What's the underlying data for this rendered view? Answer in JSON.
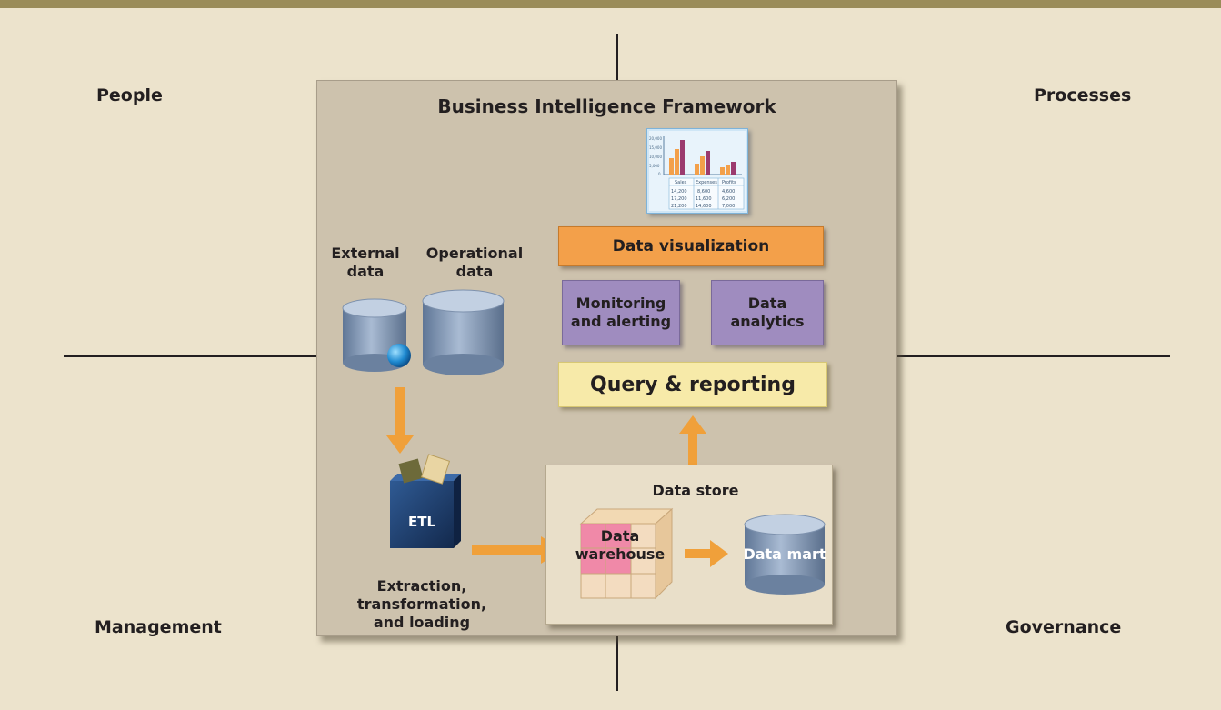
{
  "corners": {
    "top_left": "People",
    "top_right": "Processes",
    "bottom_left": "Management",
    "bottom_right": "Governance"
  },
  "framework": {
    "title": "Business Intelligence Framework",
    "external_data": "External data",
    "external_line1": "External",
    "external_line2": "data",
    "operational_line1": "Operational",
    "operational_line2": "data",
    "data_visualization": "Data visualization",
    "monitoring_line1": "Monitoring",
    "monitoring_line2": "and alerting",
    "analytics_line1": "Data",
    "analytics_line2": "analytics",
    "query_reporting": "Query & reporting",
    "etl": "ETL",
    "etl_caption_line1": "Extraction,",
    "etl_caption_line2": "transformation,",
    "etl_caption_line3": "and loading",
    "data_store": "Data store",
    "warehouse_line1": "Data",
    "warehouse_line2": "warehouse",
    "data_mart": "Data mart"
  },
  "report_thumbnail": {
    "table_headers": [
      "Sales",
      "Expenses",
      "Profits"
    ],
    "rows": [
      [
        "14,200",
        "8,600",
        "4,600"
      ],
      [
        "17,200",
        "11,600",
        "6,200"
      ],
      [
        "21,200",
        "14,600",
        "7,000"
      ]
    ],
    "y_ticks": [
      "20,000",
      "15,000",
      "10,000",
      "5,000",
      "0"
    ]
  },
  "colors": {
    "background": "#ece3cc",
    "panel": "#cdc2ad",
    "orange": "#f3a04a",
    "purple": "#9f8cbf",
    "yellow": "#f7eaa9",
    "etl_blue": "#1f3d6e"
  }
}
